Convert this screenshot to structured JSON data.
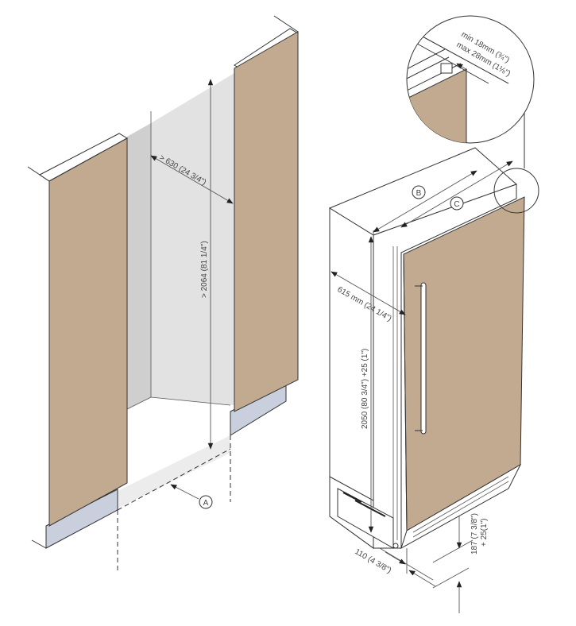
{
  "colors": {
    "panel": "#c1aa90",
    "base": "#c9cfdc",
    "interior_back": "#e2e2e2",
    "interior_side": "#cfcfcf",
    "floor": "#ececec"
  },
  "niche": {
    "width_label": "> 630 (24 3/4\")",
    "height_label": "> 2064 (81 1/4\")",
    "view_marker": "A"
  },
  "appliance": {
    "marker_b": "B",
    "marker_c": "C",
    "depth_label": "615 mm (24 1/4\")",
    "height_label": "2050 (80 3/4\") +25 (1\")",
    "plinth_depth_label": "110 (4 3/8\")",
    "plinth_height_label_1": "187 (7 3/8\")",
    "plinth_height_label_2": "+ 25(1\")"
  },
  "detail": {
    "min_label": "min 18mm (¾\")",
    "max_label": "max 28mm (1⅛\")"
  }
}
